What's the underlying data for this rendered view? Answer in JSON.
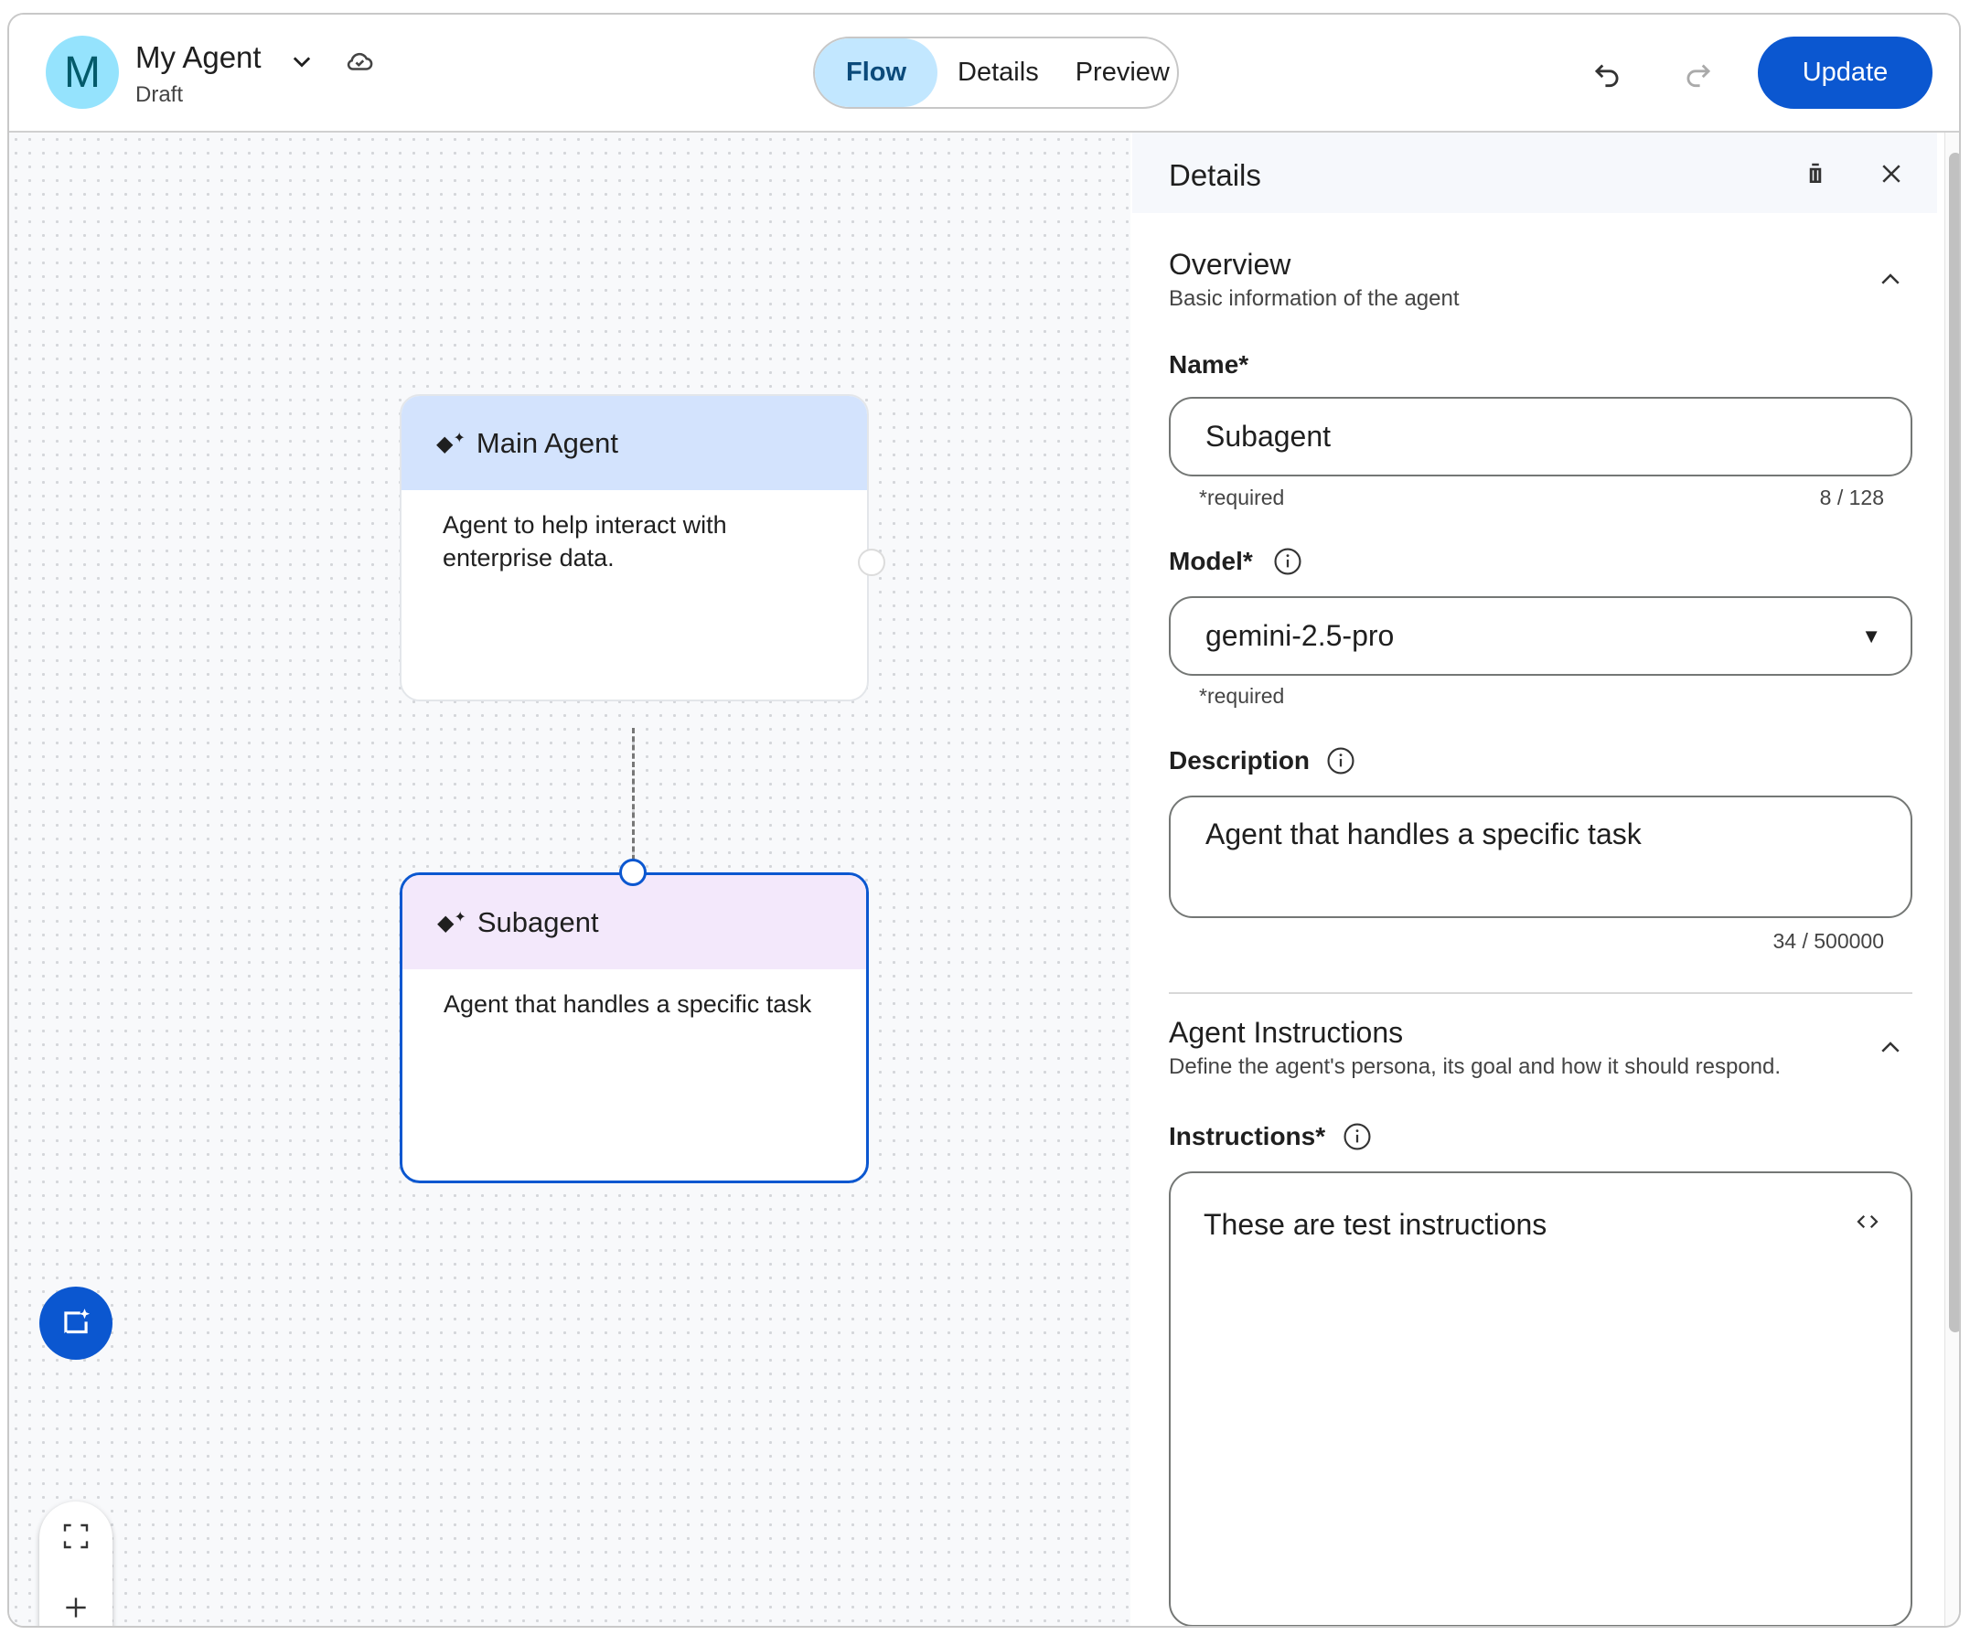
{
  "header": {
    "avatar_letter": "M",
    "agent_name": "My Agent",
    "status": "Draft",
    "tabs": [
      {
        "label": "Flow",
        "active": true
      },
      {
        "label": "Details",
        "active": false
      },
      {
        "label": "Preview",
        "active": false
      }
    ],
    "update_label": "Update"
  },
  "canvas": {
    "nodes": [
      {
        "title": "Main Agent",
        "description": "Agent to help interact with enterprise data.",
        "header_color": "#d3e3fd"
      },
      {
        "title": "Subagent",
        "description": "Agent that handles a specific task",
        "header_color": "#f3e8fb",
        "selected": true
      }
    ]
  },
  "panel": {
    "title": "Details",
    "overview": {
      "title": "Overview",
      "subtitle": "Basic information of the agent",
      "name_label": "Name*",
      "name_value": "Subagent",
      "name_hint": "*required",
      "name_count": "8 / 128",
      "model_label": "Model*",
      "model_value": "gemini-2.5-pro",
      "model_hint": "*required",
      "description_label": "Description",
      "description_value": "Agent that handles a specific task",
      "description_count": "34 / 500000"
    },
    "instructions": {
      "title": "Agent Instructions",
      "subtitle": "Define the agent's persona, its goal and how it should respond.",
      "label": "Instructions*",
      "value": "These are test instructions"
    }
  },
  "colors": {
    "accent": "#0b57d0",
    "tab_active": "#c2e7ff",
    "avatar": "#95e3fd"
  }
}
